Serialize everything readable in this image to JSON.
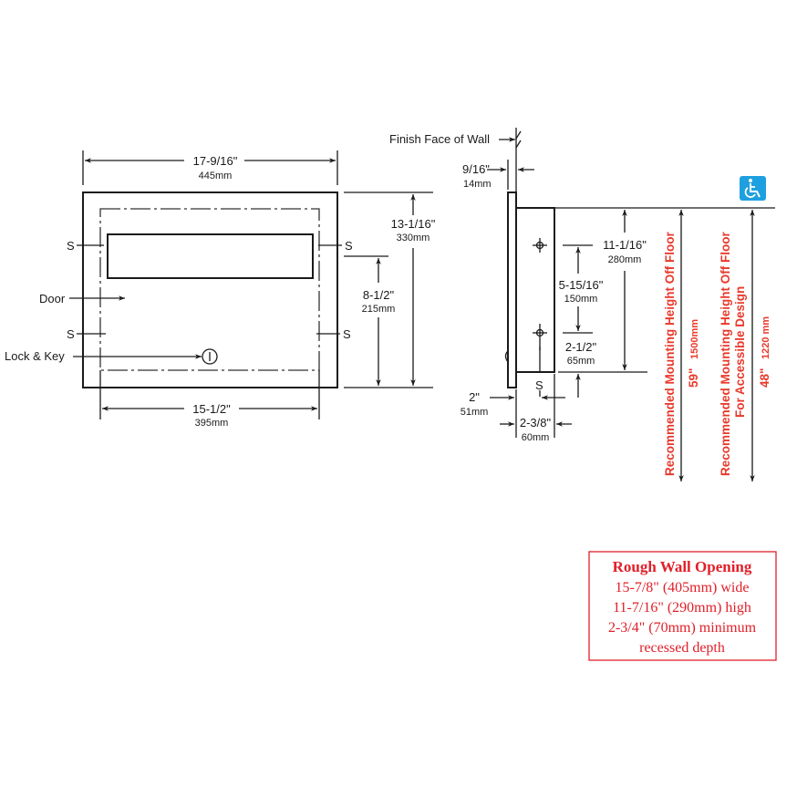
{
  "front_view": {
    "width_dim": {
      "imperial": "17-9/16\"",
      "metric": "445mm"
    },
    "height_dim": {
      "imperial": "13-1/16\"",
      "metric": "330mm"
    },
    "screw_spacing_dim": {
      "imperial": "8-1/2\"",
      "metric": "215mm"
    },
    "inner_width_dim": {
      "imperial": "15-1/2\"",
      "metric": "395mm"
    },
    "labels": {
      "screw": "S",
      "door": "Door",
      "lock_key": "Lock & Key"
    }
  },
  "side_view": {
    "finish_face_label": "Finish Face of Wall",
    "flange_dim": {
      "imperial": "9/16\"",
      "metric": "14mm"
    },
    "body_height_dim": {
      "imperial": "11-1/16\"",
      "metric": "280mm"
    },
    "hole_spacing_dim": {
      "imperial": "5-15/16\"",
      "metric": "150mm"
    },
    "bottom_hole_dim": {
      "imperial": "2-1/2\"",
      "metric": "65mm"
    },
    "overall_depth_dim": {
      "imperial": "2\"",
      "metric": "51mm"
    },
    "recess_depth_dim": {
      "imperial": "2-3/8\"",
      "metric": "60mm"
    },
    "screw_label": "S"
  },
  "mounting_heights": {
    "standard": {
      "label": "Recommended Mounting Height Off Floor",
      "imperial": "59\"",
      "metric": "1500mm"
    },
    "accessible": {
      "label_line1": "Recommended Mounting Height Off Floor",
      "label_line2": "For Accessible Design",
      "imperial": "48\"",
      "metric": "1220 mm"
    },
    "accessibility_icon": "wheelchair-icon"
  },
  "rough_wall_opening": {
    "title": "Rough Wall Opening",
    "lines": [
      "15-7/8\" (405mm) wide",
      "11-7/16\" (290mm) high",
      "2-3/4\" (70mm) minimum",
      "recessed depth"
    ]
  },
  "colors": {
    "line": "#1a1a1a",
    "annotation_red": "#e8392b",
    "accessibility_blue": "#1ea0e0"
  }
}
